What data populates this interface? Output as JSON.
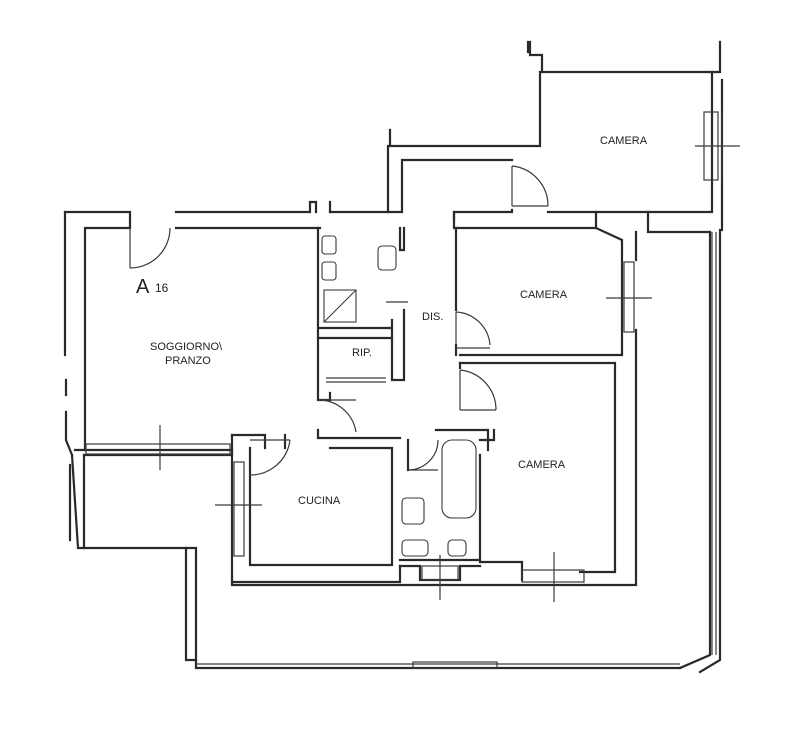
{
  "floorplan": {
    "unit_label": "A",
    "unit_number": "16",
    "rooms": {
      "camera_top": "CAMERA",
      "camera_mid": "CAMERA",
      "camera_bottom": "CAMERA",
      "soggiorno_line1": "SOGGIORNO\\",
      "soggiorno_line2": "PRANZO",
      "dis": "DIS.",
      "rip": "RIP.",
      "cucina": "CUCINA"
    }
  }
}
